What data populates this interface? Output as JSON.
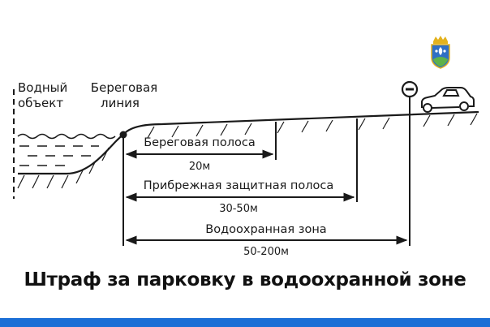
{
  "labels": {
    "water_body": [
      "Водный",
      "объект"
    ],
    "shore_line": [
      "Береговая",
      "линия"
    ],
    "shore_strip": {
      "name": "Береговая полоса",
      "size": "20м"
    },
    "protective_strip": {
      "name": "Прибрежная защитная полоса",
      "size": "30-50м"
    },
    "water_zone": {
      "name": "Водоохранная зона",
      "size": "50-200м"
    }
  },
  "caption": "Штраф за парковку в водоохранной зоне",
  "icons": {
    "sign": "no-entry-sign-icon",
    "car": "car-icon",
    "emblem": "city-coat-of-arms-icon"
  },
  "colors": {
    "line": "#1a1a1a",
    "footer_bar": "#1b6fd6",
    "emblem_gold": "#e3b21d",
    "emblem_blue": "#2f6fc4",
    "emblem_green": "#5fb24a"
  }
}
